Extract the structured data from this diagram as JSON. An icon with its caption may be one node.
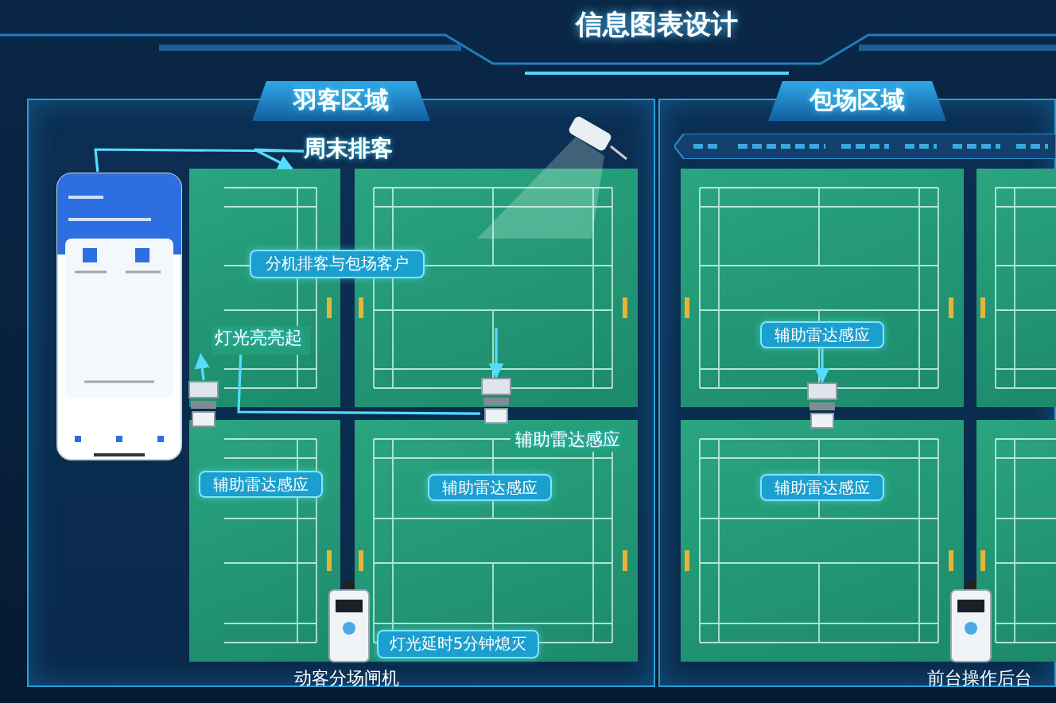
{
  "diagram": {
    "title": "信息图表设计",
    "nodes": [
      {
        "text": [
          "羽客区域"
        ]
      },
      {
        "text": [
          "包场区域"
        ]
      },
      {
        "text": [],
        "shape": "box",
        "in": 0
      },
      {
        "text": [],
        "shape": "box",
        "in": 0
      },
      {
        "text": [],
        "shape": "box",
        "in": 0
      },
      {
        "text": [],
        "shape": "box",
        "in": 0
      },
      {
        "text": [],
        "shape": "box",
        "in": 1
      },
      {
        "text": [],
        "shape": "box",
        "in": 1
      },
      {
        "text": [],
        "shape": "box",
        "in": 1
      },
      {
        "text": [],
        "shape": "box",
        "in": 1
      },
      {
        "text": [
          "周末排客"
        ],
        "in": 0
      },
      {
        "text": [
          "分机排客与包场客户"
        ],
        "in": 0
      },
      {
        "text": [
          "灯光亮亮起"
        ],
        "in": 2
      },
      {
        "text": [
          "辅助雷达感应"
        ],
        "in": 5
      },
      {
        "text": [
          "辅助雷达感应"
        ],
        "in": 4
      },
      {
        "text": [
          "辅助雷达感应"
        ],
        "in": 5
      },
      {
        "text": [
          "灯光延时5分钟熄灭"
        ],
        "in": 5
      },
      {
        "text": [
          "辅助雷达感应"
        ],
        "in": 6
      },
      {
        "text": [
          "辅助雷达感应"
        ],
        "in": 7
      },
      {
        "text": [],
        "shape": "picture",
        "in": 0
      },
      {
        "text": [],
        "shape": "picture",
        "in": 0
      },
      {
        "text": [],
        "shape": "picture",
        "in": 1
      },
      {
        "text": [],
        "shape": "picture",
        "in": 0
      },
      {
        "text": [],
        "shape": "picture",
        "in": 0
      },
      {
        "text": [],
        "shape": "picture",
        "in": 1
      }
    ],
    "edges": [
      {
        "from": 10,
        "to": 22,
        "arrow": "none"
      },
      {
        "from": 10,
        "to": 2,
        "arrow": "to"
      },
      {
        "from": 19,
        "to": 12,
        "arrow": "to"
      },
      {
        "from": 12,
        "to": 20,
        "arrow": "none"
      },
      {
        "from": 3,
        "to": 20,
        "arrow": "to"
      },
      {
        "from": 17,
        "to": 21,
        "arrow": "to"
      }
    ],
    "labels": [
      "动客分场闸机",
      "前台操作后台"
    ]
  }
}
